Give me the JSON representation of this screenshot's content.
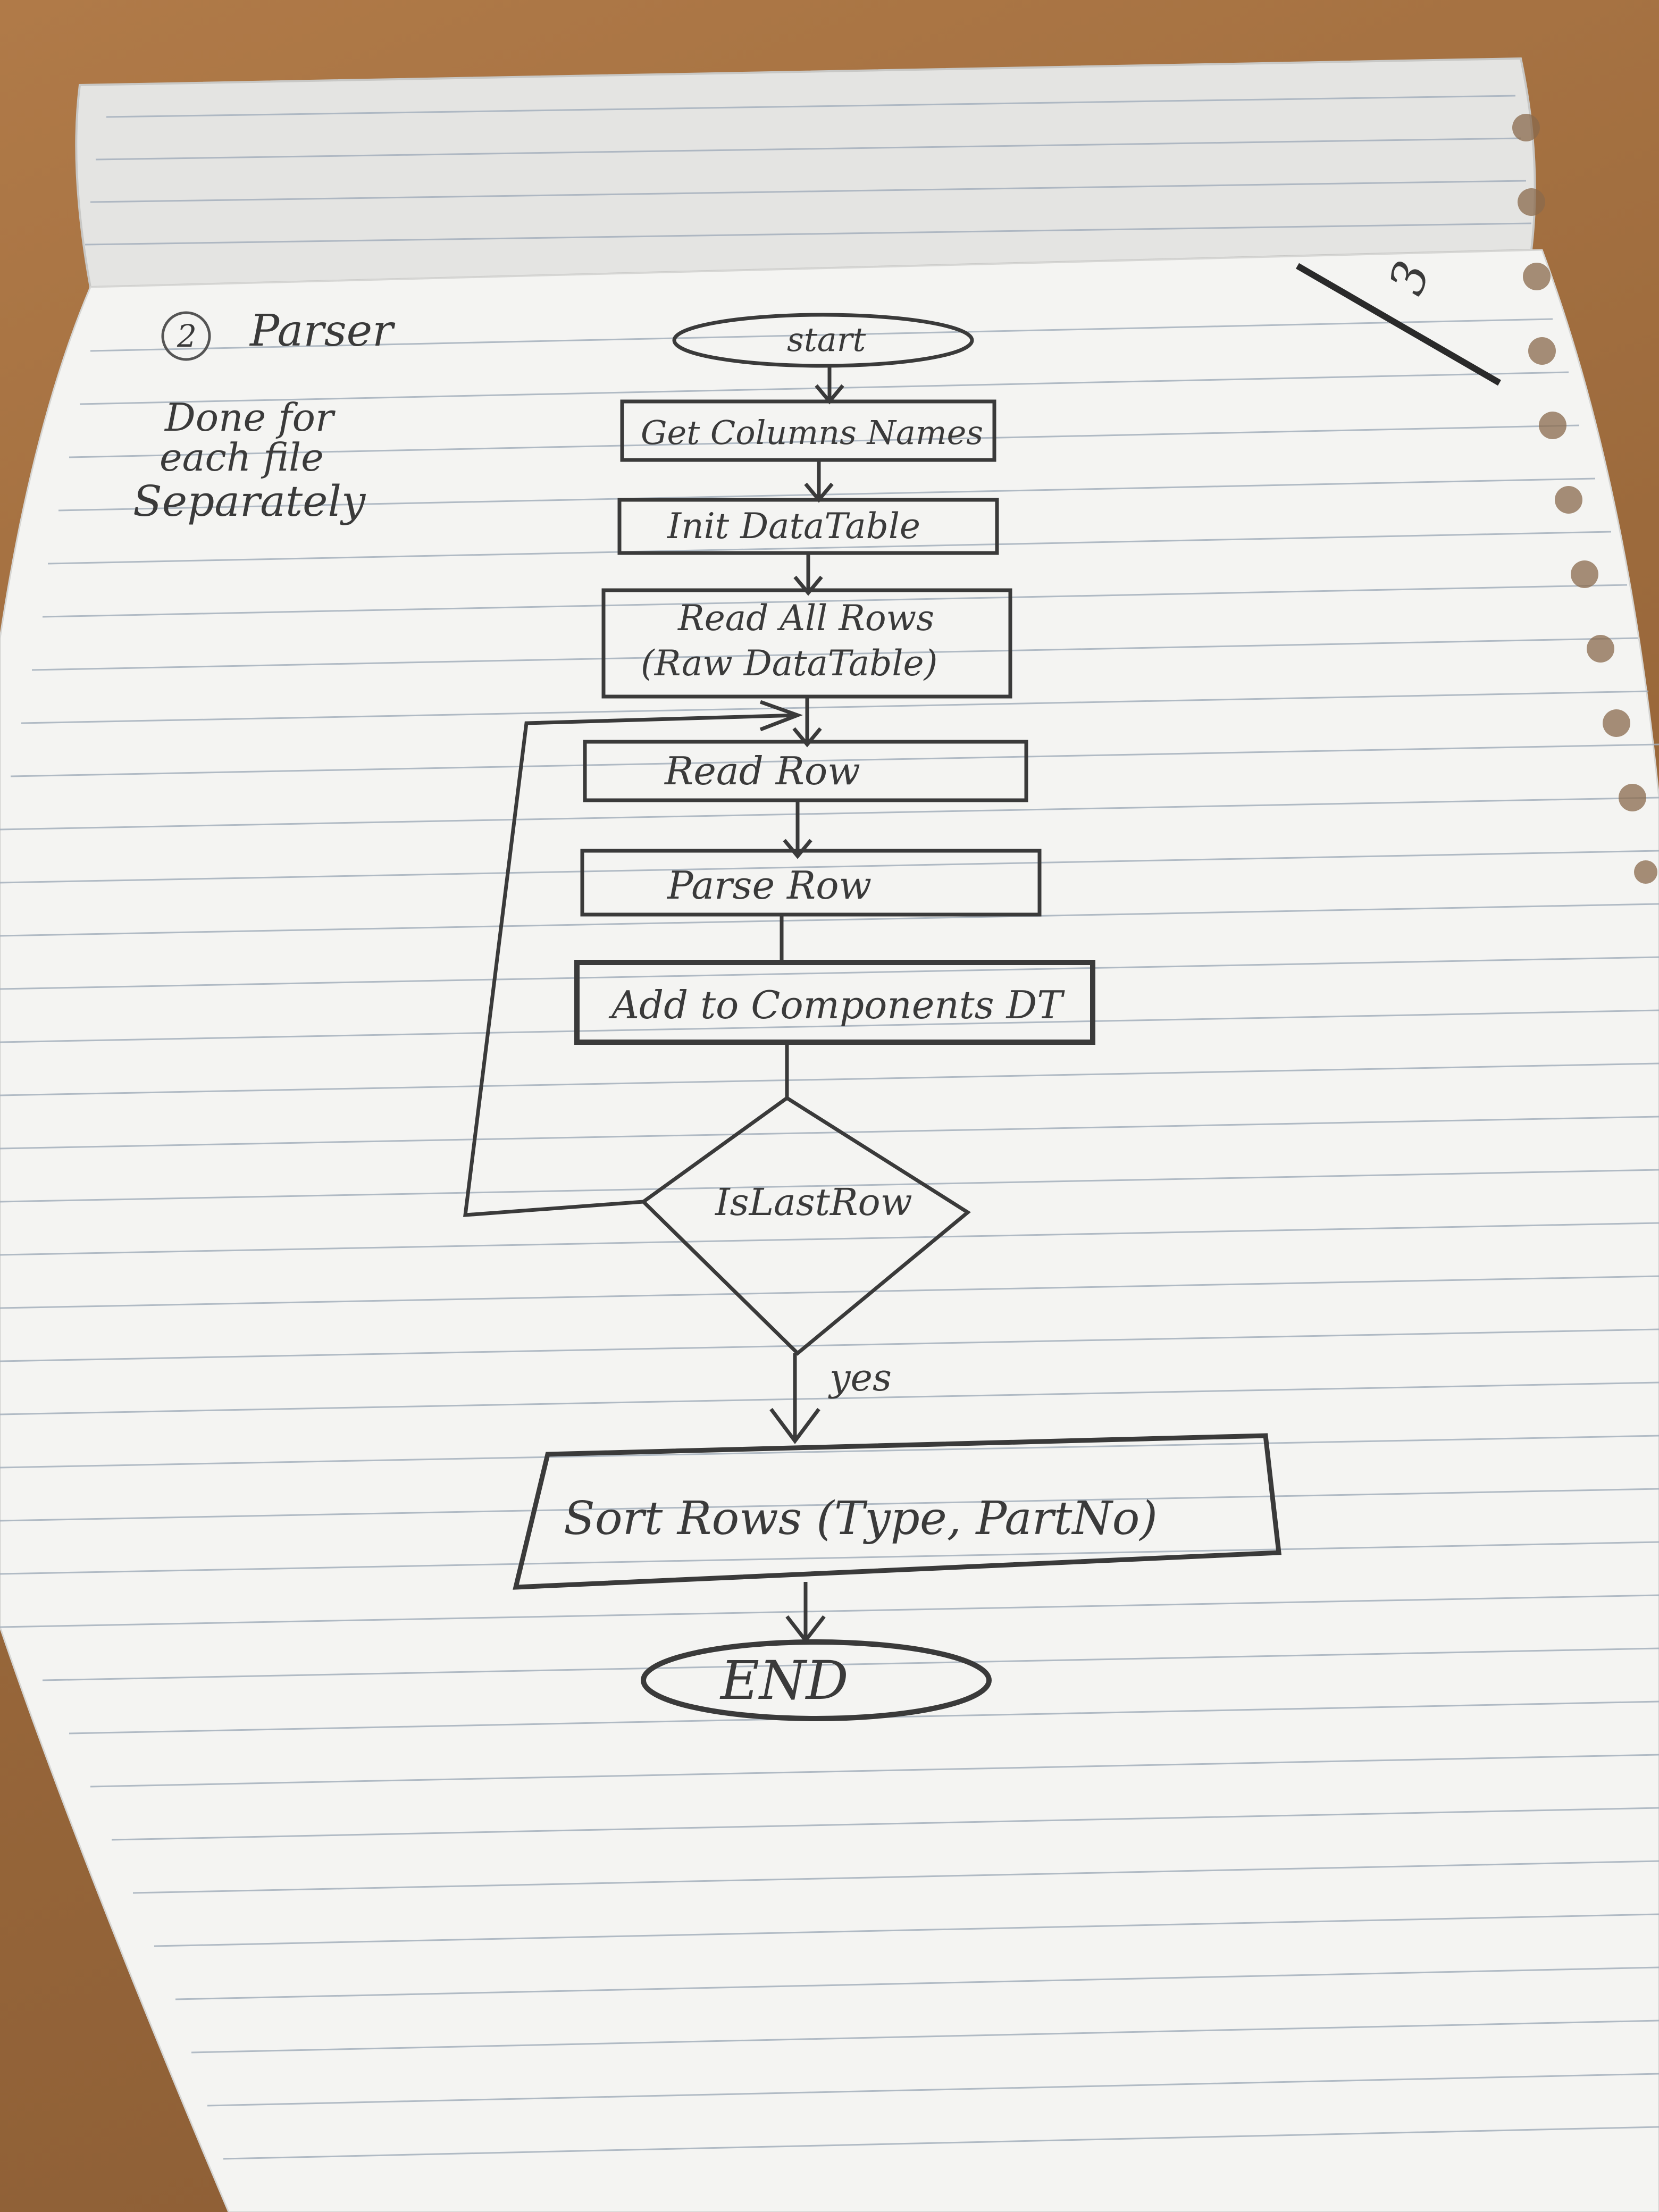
{
  "notebook": {
    "section_number": "2",
    "section_title": "Parser",
    "side_note_lines": [
      "Done for",
      "each file",
      "Separately"
    ],
    "corner_mark": "3"
  },
  "flowchart": {
    "start": "start",
    "steps": [
      "Get Columns Names",
      "Init DataTable",
      "Read All Rows",
      "(Raw DataTable)",
      "Read Row",
      "Parse Row",
      "Add to Components DT"
    ],
    "decision": "IsLastRow",
    "yes_label": "yes",
    "final_step": "Sort Rows (Type, PartNo)",
    "end": "END"
  },
  "colors": {
    "desk": "#9c6a3c",
    "paper": "#f2f2f0",
    "ruling": "#9aa6b4",
    "pencil": "#3a3a3a"
  }
}
